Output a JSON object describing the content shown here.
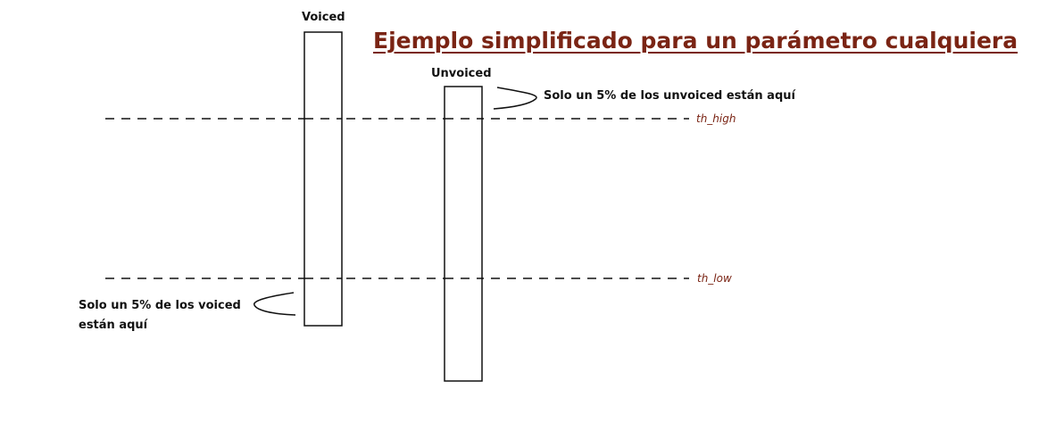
{
  "title": "Ejemplo simplificado para un parámetro cualquiera",
  "boxes": {
    "voiced": "Voiced",
    "unvoiced": "Unvoiced"
  },
  "thresholds": {
    "high": "th_high",
    "low": "th_low"
  },
  "notes": {
    "unvoiced": "Solo un 5% de los unvoiced están aquí",
    "voiced_line1": "Solo un 5% de los voiced",
    "voiced_line2": "están aquí"
  },
  "colors": {
    "accent": "#7a2414",
    "ink": "#111111"
  }
}
